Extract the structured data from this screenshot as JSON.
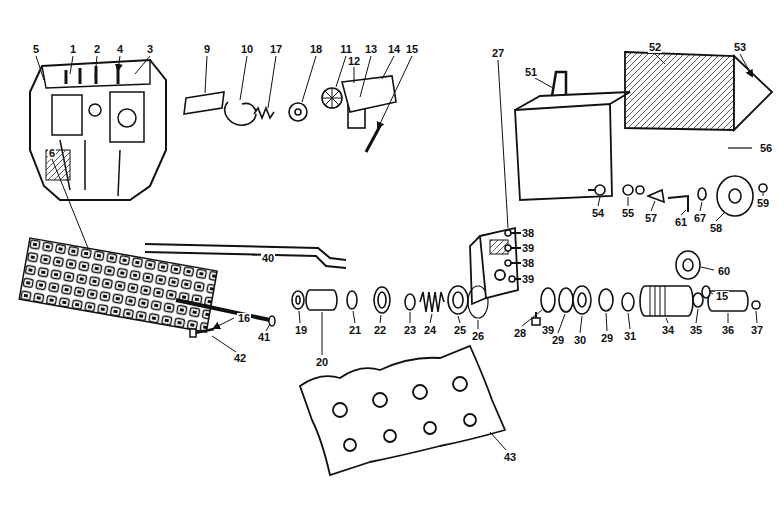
{
  "diagram": {
    "labels": [
      "5",
      "1",
      "2",
      "4",
      "3",
      "9",
      "10",
      "17",
      "18",
      "11",
      "13",
      "12",
      "14",
      "15",
      "27",
      "51",
      "52",
      "53",
      "56",
      "6",
      "40",
      "16",
      "42",
      "41",
      "19",
      "20",
      "21",
      "22",
      "23",
      "24",
      "25",
      "26",
      "38",
      "39",
      "38",
      "39",
      "28",
      "39",
      "29",
      "30",
      "29",
      "31",
      "34",
      "35",
      "36",
      "37",
      "54",
      "55",
      "57",
      "61",
      "67",
      "58",
      "59",
      "60",
      "15",
      "43"
    ]
  }
}
